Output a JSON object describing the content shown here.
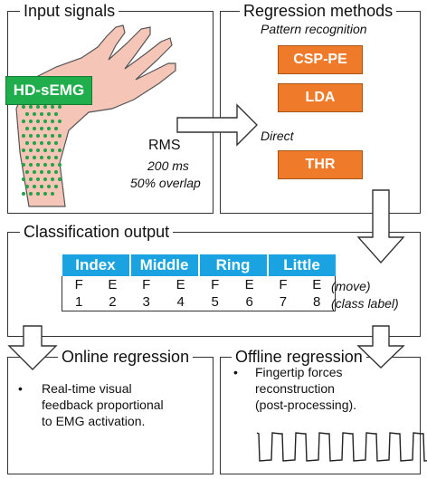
{
  "input_panel": {
    "title": "Input signals",
    "sensor_label": "HD-sEMG",
    "rms_label": "RMS",
    "window_label": "200 ms",
    "overlap_label": "50% overlap"
  },
  "regression_panel": {
    "title": "Regression methods",
    "pattern_label": "Pattern recognition",
    "methods_pattern": [
      "CSP-PE",
      "LDA"
    ],
    "direct_label": "Direct",
    "methods_direct": [
      "THR"
    ]
  },
  "classification_panel": {
    "title": "Classification output",
    "fingers": [
      "Index",
      "Middle",
      "Ring",
      "Little"
    ],
    "moves": [
      "F",
      "E",
      "F",
      "E",
      "F",
      "E",
      "F",
      "E"
    ],
    "labels": [
      "1",
      "2",
      "3",
      "4",
      "5",
      "6",
      "7",
      "8"
    ],
    "move_caption": "(move)",
    "label_caption": "(class label)"
  },
  "online_panel": {
    "title": "Online regression",
    "bullet": "•",
    "text": [
      "Real-time visual",
      "feedback proportional",
      "to EMG activation."
    ]
  },
  "offline_panel": {
    "title": "Offline regression",
    "bullet": "•",
    "text": [
      "Fingertip forces",
      "reconstruction",
      "(post-processing)."
    ]
  },
  "colors": {
    "sensor_box": "#1fae4b",
    "method_box": "#ee7a2a",
    "header_blue": "#1aa3e0",
    "electrode_dots": "#27a34a",
    "skin": "#f5c6b8"
  }
}
